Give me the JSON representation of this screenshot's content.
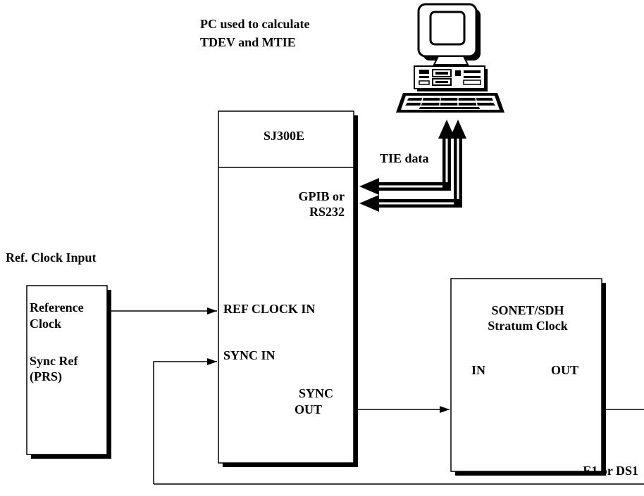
{
  "pc": {
    "caption_line1": "PC used to calculate",
    "caption_line2": "TDEV and MTIE"
  },
  "analyzer": {
    "title": "SJ300E",
    "gpib_line1": "GPIB or",
    "gpib_line2": "RS232",
    "ref_clock_in": "REF CLOCK IN",
    "sync_in": "SYNC IN",
    "sync_out_line1": "SYNC",
    "sync_out_line2": "OUT"
  },
  "tie_data": "TIE data",
  "ref_input_heading": "Ref. Clock Input",
  "ref_box": {
    "reference_line1": "Reference",
    "reference_line2": "Clock",
    "sync_ref_line1": "Sync Ref",
    "sync_ref_line2": "(PRS)"
  },
  "stratum": {
    "title_line1": "SONET/SDH",
    "title_line2": "Stratum Clock",
    "in_label": "IN",
    "out_label": "OUT"
  },
  "e1_ds1": "E1 or DS1"
}
